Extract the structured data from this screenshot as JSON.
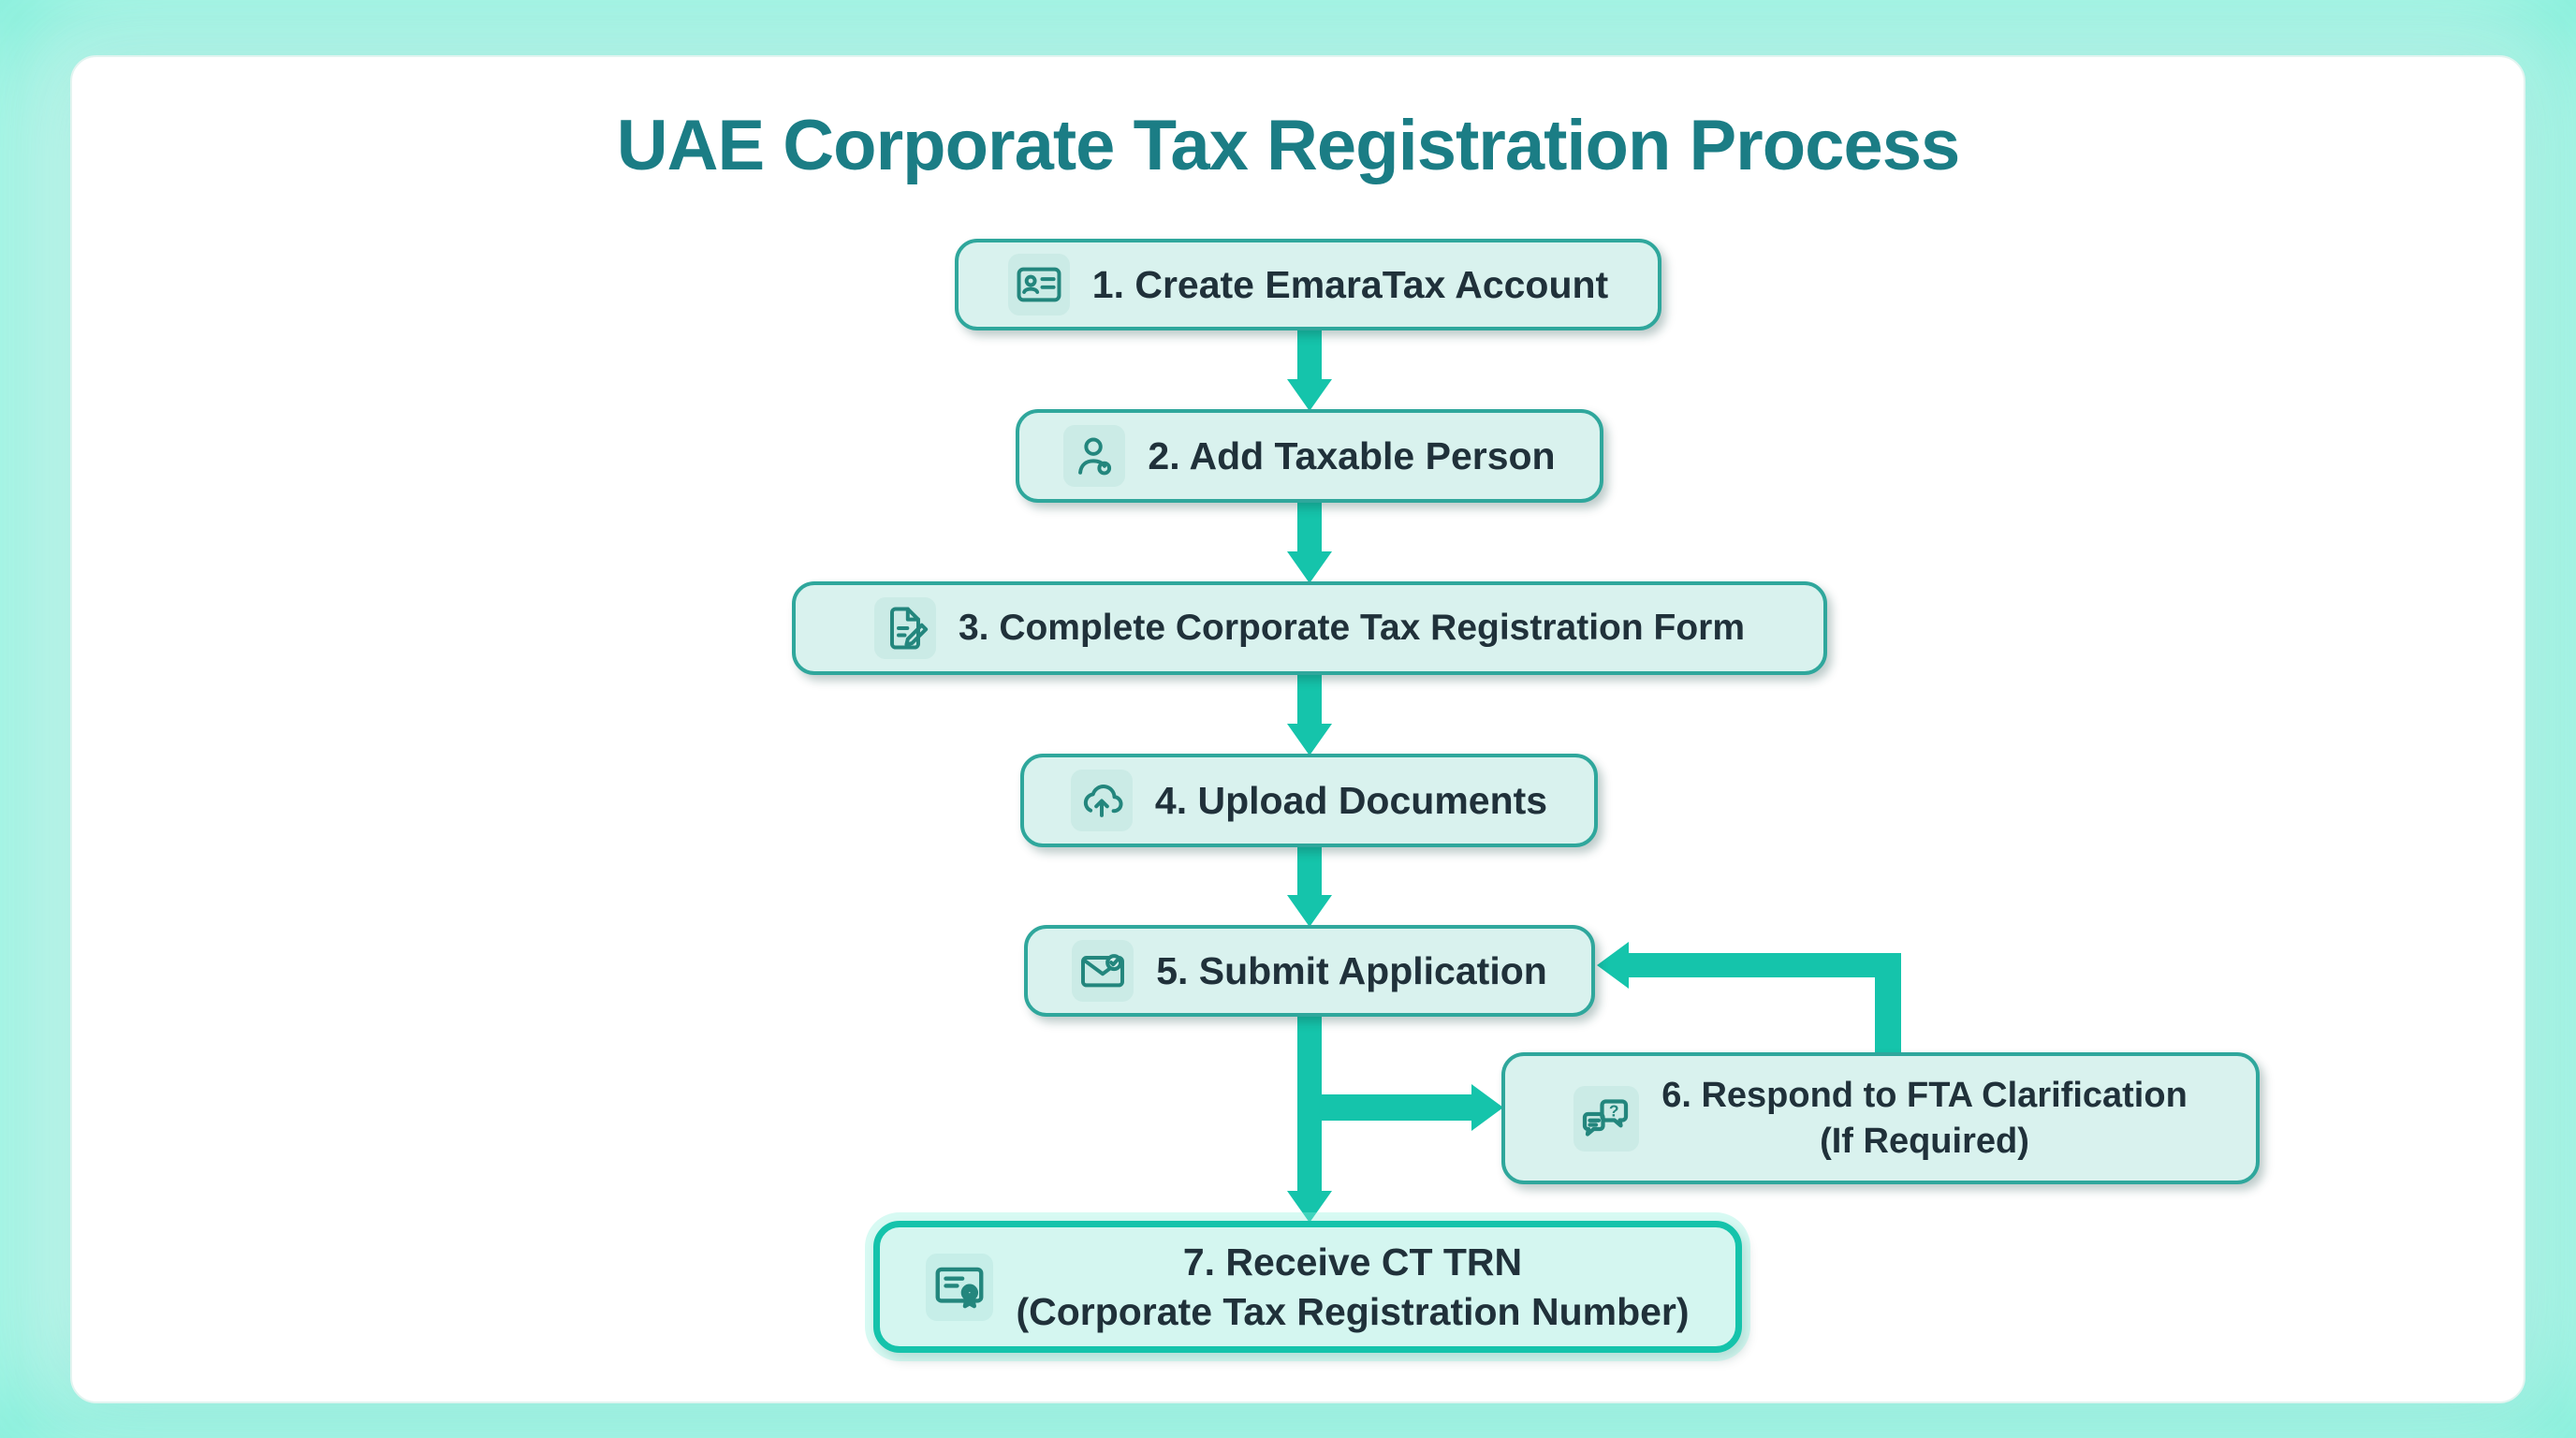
{
  "title": "UAE Corporate Tax Registration Process",
  "colors": {
    "accent_teal": "#15c4ab",
    "box_fill": "#d9f2ee",
    "box_border": "#2fa79c",
    "final_box_fill": "#d4f6f0",
    "final_box_border": "#15c3ab",
    "title_color": "#1b7d85",
    "text_color": "#20313a",
    "card_background": "#ffffff",
    "glow": "#69ebd2"
  },
  "steps": [
    {
      "id": 1,
      "label": "1. Create EmaraTax Account",
      "icon": "id-card-icon"
    },
    {
      "id": 2,
      "label": "2. Add Taxable Person",
      "icon": "person-icon"
    },
    {
      "id": 3,
      "label": "3. Complete Corporate Tax Registration Form",
      "icon": "document-edit-icon"
    },
    {
      "id": 4,
      "label": "4. Upload Documents",
      "icon": "cloud-upload-icon"
    },
    {
      "id": 5,
      "label": "5. Submit Application",
      "icon": "envelope-check-icon"
    },
    {
      "id": 6,
      "label": "6. Respond to FTA Clarification\n(If Required)",
      "icon": "chat-question-icon"
    },
    {
      "id": 7,
      "label": "7. Receive CT TRN\n(Corporate Tax Registration Number)",
      "icon": "certificate-icon"
    }
  ]
}
